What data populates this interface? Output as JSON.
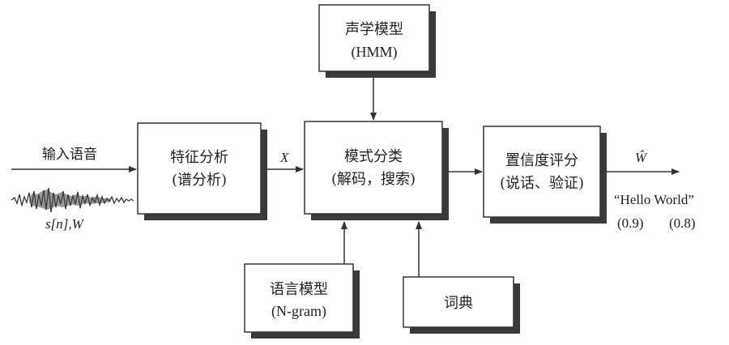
{
  "boxes": {
    "acoustic_model": {
      "line1": "声学模型",
      "line2": "(HMM)"
    },
    "feature_analysis": {
      "line1": "特征分析",
      "line2": "(谱分析)"
    },
    "pattern_classification": {
      "line1": "模式分类",
      "line2": "(解码，搜索)"
    },
    "confidence_scoring": {
      "line1": "置信度评分",
      "line2": "(说话、验证)"
    },
    "language_model": {
      "line1": "语言模型",
      "line2": "(N-gram)"
    },
    "lexicon": {
      "line1": "词典"
    }
  },
  "labels": {
    "input_speech": "输入语音",
    "feature_symbol": "X",
    "signal_label": "s[n],W",
    "output_symbol": "Ŵ",
    "output_text": "“Hello World”",
    "score_1": "(0.9)",
    "score_2": "(0.8)"
  }
}
